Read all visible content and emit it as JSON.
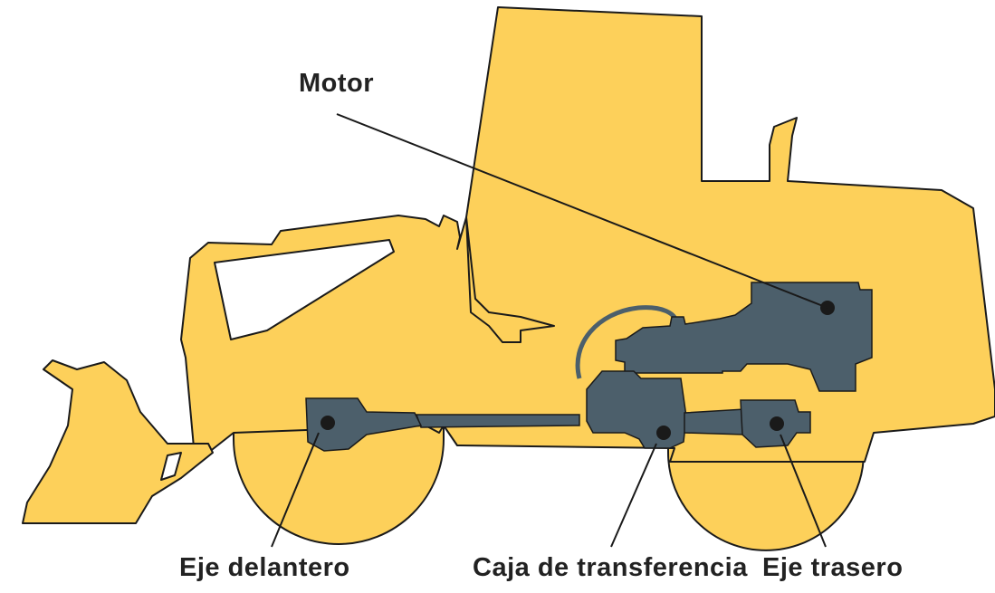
{
  "diagram": {
    "labels": {
      "motor": "Motor",
      "front_axle": "Eje delantero",
      "transfer_case": "Caja de transferencia",
      "rear_axle": "Eje trasero"
    },
    "colors": {
      "body": "#FDD05A",
      "outline": "#1A1A1A",
      "drivetrain": "#4C5F6B",
      "text": "#222222"
    },
    "icon": "wheel-loader-silhouette"
  }
}
